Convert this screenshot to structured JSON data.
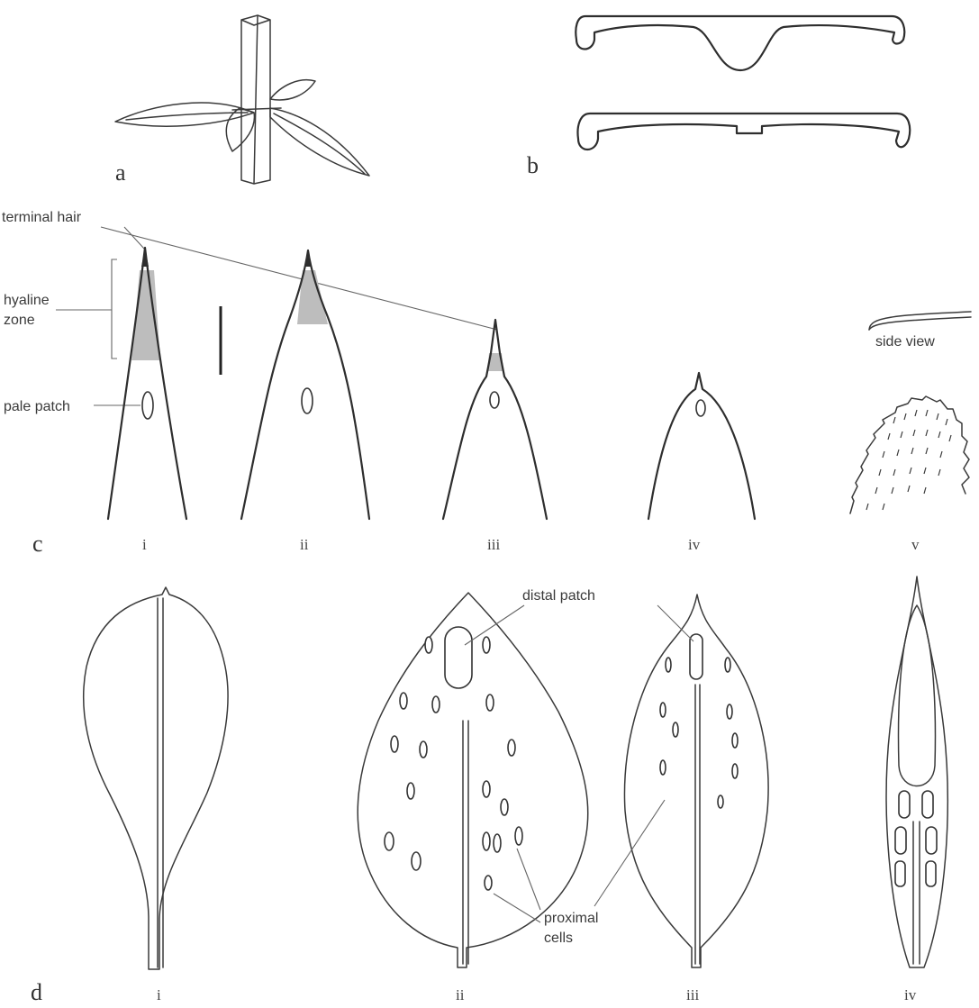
{
  "panels": {
    "a": {
      "letter": "a"
    },
    "b": {
      "letter": "b"
    },
    "c": {
      "letter": "c",
      "sublabels": [
        "i",
        "ii",
        "iii",
        "iv",
        "v"
      ],
      "annotations": {
        "terminal_hair": "terminal hair",
        "hyaline_line1": "hyaline",
        "hyaline_line2": "zone",
        "pale_patch": "pale patch",
        "side_view": "side view"
      }
    },
    "d": {
      "letter": "d",
      "sublabels": [
        "i",
        "ii",
        "iii",
        "iv"
      ],
      "annotations": {
        "distal_patch": "distal patch",
        "proximal_line1": "proximal",
        "proximal_line2": "cells"
      }
    }
  },
  "colors": {
    "ink": "#2e2e2e",
    "stipple": "#bdbdbd",
    "leader": "#666666"
  }
}
